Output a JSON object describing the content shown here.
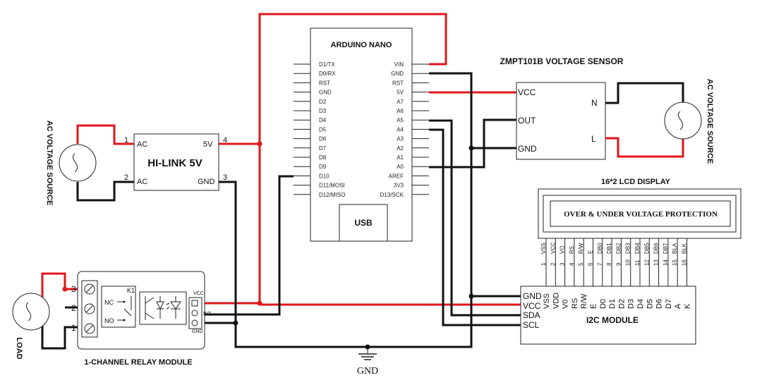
{
  "arduino": {
    "title": "ARDUINO NANO",
    "usb": "USB",
    "left_pins": [
      "D1/TX",
      "D0/RX",
      "RST",
      "GND",
      "D2",
      "D3",
      "D4",
      "D5",
      "D6",
      "D7",
      "D8",
      "D9",
      "D10",
      "D11/MOSI",
      "D12/MISO"
    ],
    "right_pins": [
      "VIN",
      "GND",
      "RST",
      "5V",
      "A7",
      "A6",
      "A5",
      "A4",
      "A3",
      "A2",
      "A1",
      "A0",
      "AREF",
      "3V3",
      "D13/SCK"
    ]
  },
  "hilink": {
    "title": "HI-LINK 5V",
    "pin_ac1": "AC",
    "pin_ac2": "AC",
    "pin_5v": "5V",
    "pin_gnd": "GND",
    "num1": "1",
    "num2": "2",
    "num3": "3",
    "num4": "4"
  },
  "ac_source_left": {
    "label": "AC VOLTAGE SOURCE"
  },
  "ac_source_right": {
    "label": "AC VOLTAGE SOURCE"
  },
  "zmpt": {
    "title": "ZMPT101B VOLTAGE SENSOR",
    "vcc": "VCC",
    "out": "OUT",
    "gnd": "GND",
    "n": "N",
    "l": "L"
  },
  "lcd": {
    "title": "16*2 LCD DISPLAY",
    "message": "OVER & UNDER VOLTAGE PROTECTION",
    "pins": [
      "VSS",
      "VCC",
      "VO",
      "RS",
      "R/W",
      "E",
      "DB0",
      "DB1",
      "DB2",
      "DB3",
      "DB4",
      "DB5",
      "DB6",
      "DB7",
      "BLA",
      "BLK"
    ],
    "numbers": [
      "1",
      "2",
      "3",
      "4",
      "5",
      "6",
      "7",
      "8",
      "9",
      "10",
      "11",
      "12",
      "13",
      "14",
      "15",
      "16"
    ]
  },
  "i2c": {
    "title": "I2C MODULE",
    "left_pins": [
      "GND",
      "VCC",
      "SDA",
      "SCL"
    ],
    "top_pins": [
      "VSS",
      "VDD",
      "V0",
      "RS",
      "R/W",
      "E",
      "D0",
      "D1",
      "D2",
      "D3",
      "D4",
      "D5",
      "D6",
      "D7",
      "A",
      "K"
    ]
  },
  "relay": {
    "title": "1-CHANNEL RELAY MODULE",
    "nc": "NC",
    "no": "NO",
    "k1": "K1",
    "vcc": "VCC",
    "int": "INT",
    "gnd": "GND",
    "terminals": [
      "3",
      "2",
      "1"
    ]
  },
  "load": {
    "label": "LOAD"
  },
  "ground": {
    "label": "GND"
  },
  "colors": {
    "power": "#e0161b",
    "ground": "#111111"
  }
}
